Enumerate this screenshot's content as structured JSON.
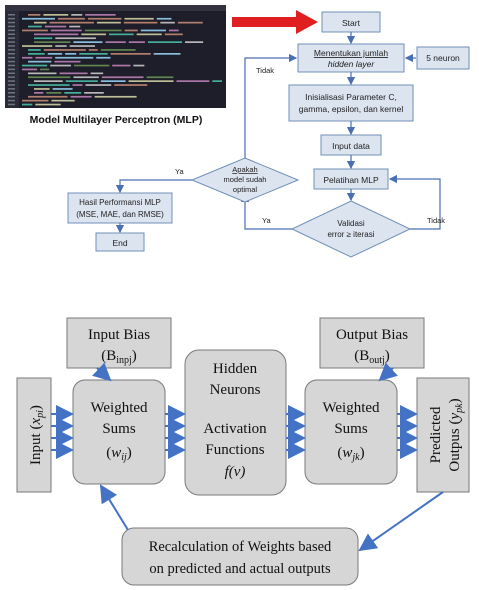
{
  "top": {
    "code_caption": "Model Multilayer Perceptron (MLP)",
    "start": "Start",
    "hidden_line1": "Menentukan jumlah",
    "hidden_line2": "hidden layer",
    "neurons": "5 neuron",
    "init_line1": "Inisialisasi Parameter C,",
    "init_line2": "gamma, epsilon, dan kernel",
    "input": "Input data",
    "training": "Pelatihan MLP",
    "validate_line1": "Validasi",
    "validate_line2": "error ≥ iterasi",
    "decision_line1": "Apakah",
    "decision_line2": "model sudah",
    "decision_line3": "optimal",
    "result_line1": "Hasil Performansi MLP",
    "result_line2": "(MSE, MAE, dan RMSE)",
    "end": "End",
    "lbl_tidak_top": "Tidak",
    "lbl_ya_left": "Ya",
    "lbl_ya_mid": "Ya",
    "lbl_tidak_right": "Tidak"
  },
  "bottom": {
    "input_bias": "Input Bias",
    "input_bias_sym": "B",
    "input_bias_sub": "inpj",
    "output_bias": "Output Bias",
    "output_bias_sym": "B",
    "output_bias_sub": "outj",
    "input": "Input (",
    "input_sym": "x",
    "input_sub": "pi",
    "input_close": ")",
    "ws1_line1": "Weighted",
    "ws1_line2": "Sums",
    "ws1_sym": "w",
    "ws1_sub": "ij",
    "hidden_line1": "Hidden",
    "hidden_line2": "Neurons",
    "act_line1": "Activation",
    "act_line2": "Functions",
    "act_sym": "f(v)",
    "ws2_line1": "Weighted",
    "ws2_line2": "Sums",
    "ws2_sym": "w",
    "ws2_sub": "jk",
    "pred_line1": "Predicted",
    "pred_line2": "Outpus (",
    "pred_sym": "y",
    "pred_sub": "pk",
    "pred_close": ")",
    "recalc_line1": "Recalculation of Weights based",
    "recalc_line2": "on predicted and actual outputs"
  },
  "colors": {
    "box_fill": "#dce4f0",
    "box_stroke": "#6f8fb8",
    "arrow": "#4a6fb5",
    "red_arrow": "#e02020",
    "code_bg": "#1e1e2a",
    "gray_fill": "#d6d6d6",
    "gray_stroke": "#7a7a7a",
    "blue_arrow": "#4472c4"
  }
}
